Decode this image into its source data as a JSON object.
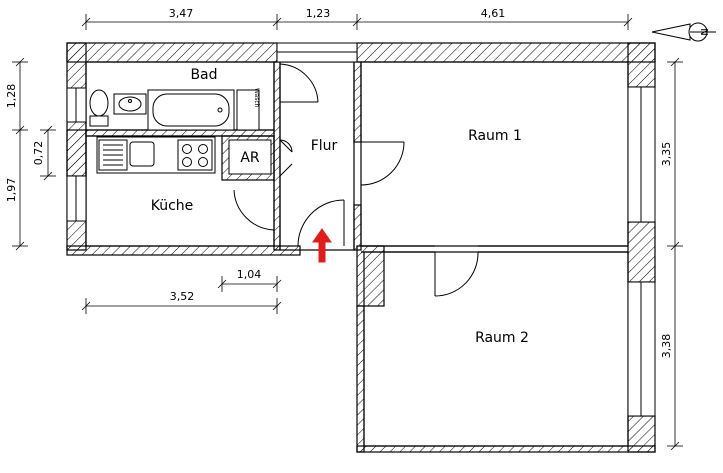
{
  "dimensions": {
    "top_left": "3,47",
    "top_middle": "1,23",
    "top_right": "4,61",
    "left_upper": "1,28",
    "left_middle": "0,72",
    "left_lower": "1,97",
    "bottom_door": "1,04",
    "bottom_width": "3,52",
    "right_upper": "3,35",
    "right_lower": "3,38"
  },
  "rooms": {
    "bad": "Bad",
    "flur": "Flur",
    "ar": "AR",
    "kueche": "Küche",
    "raum1": "Raum 1",
    "raum2": "Raum 2",
    "wasch": "Wasch"
  },
  "compass_letter": "N",
  "colors": {
    "wall_stroke": "#000000",
    "hatch": "#000000",
    "entrance_arrow": "#e31b1b",
    "dim_line": "#000000"
  }
}
